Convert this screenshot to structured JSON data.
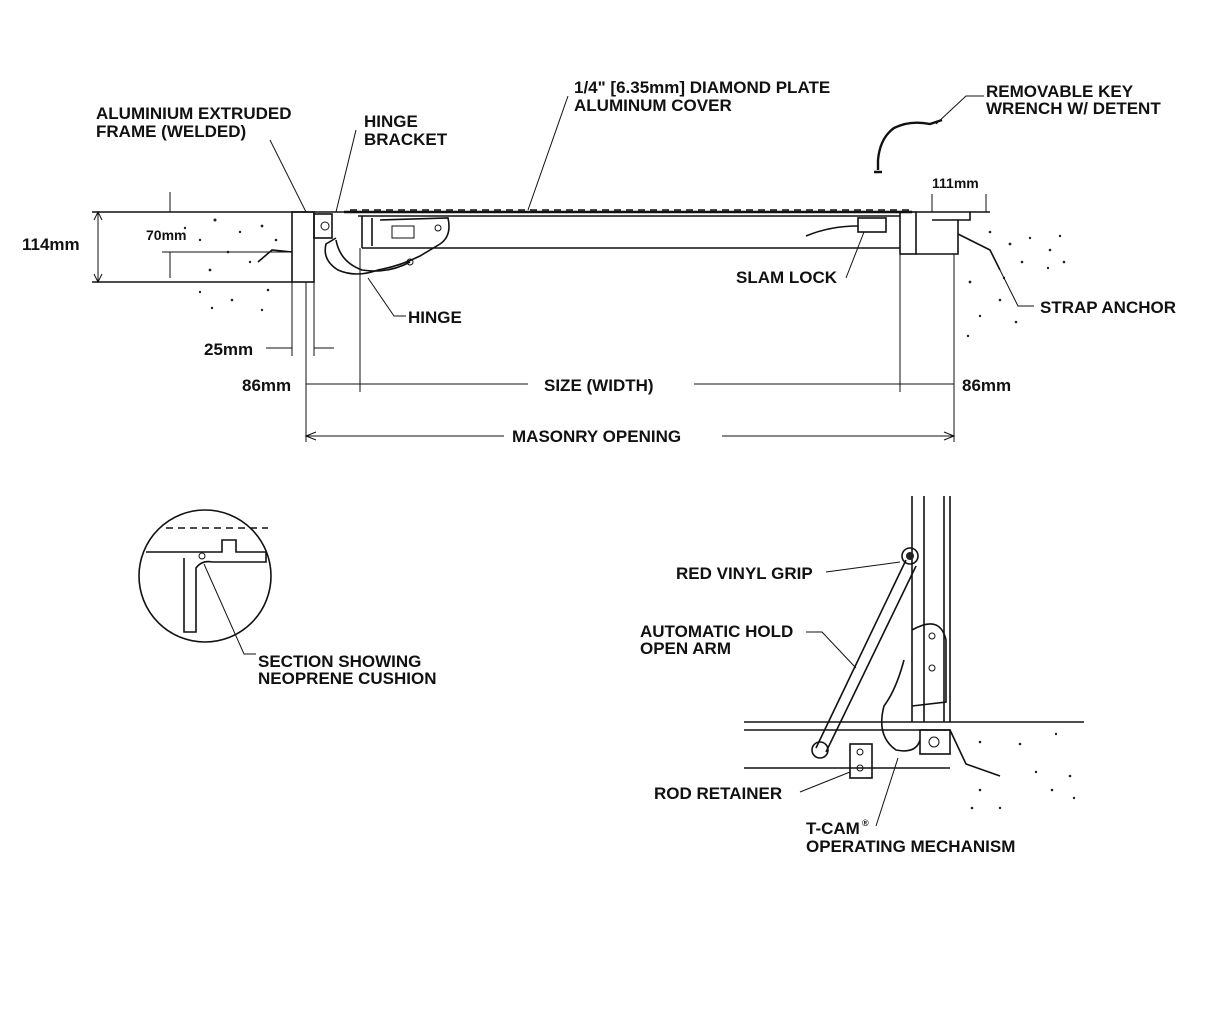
{
  "labels": {
    "frame": [
      "ALUMINIUM EXTRUDED",
      "FRAME (WELDED)"
    ],
    "hinge_bracket": [
      "HINGE",
      "BRACKET"
    ],
    "cover": [
      "1/4\" [6.35mm] DIAMOND PLATE",
      "ALUMINUM COVER"
    ],
    "key_wrench": [
      "REMOVABLE KEY",
      "WRENCH W/ DETENT"
    ],
    "dim_111": "111mm",
    "dim_114": "114mm",
    "dim_70": "70mm",
    "slam_lock": "SLAM LOCK",
    "strap_anchor": "STRAP ANCHOR",
    "hinge": "HINGE",
    "dim_25": "25mm",
    "dim_86_left": "86mm",
    "size_width": "SIZE (WIDTH)",
    "dim_86_right": "86mm",
    "masonry_opening": "MASONRY OPENING",
    "section": [
      "SECTION SHOWING",
      "NEOPRENE CUSHION"
    ],
    "vinyl_grip": "RED VINYL GRIP",
    "hold_open_arm": [
      "AUTOMATIC HOLD",
      "OPEN ARM"
    ],
    "rod_retainer": "ROD RETAINER",
    "tcam": [
      "T-CAM",
      "OPERATING MECHANISM"
    ],
    "tcam_mark": "®"
  }
}
